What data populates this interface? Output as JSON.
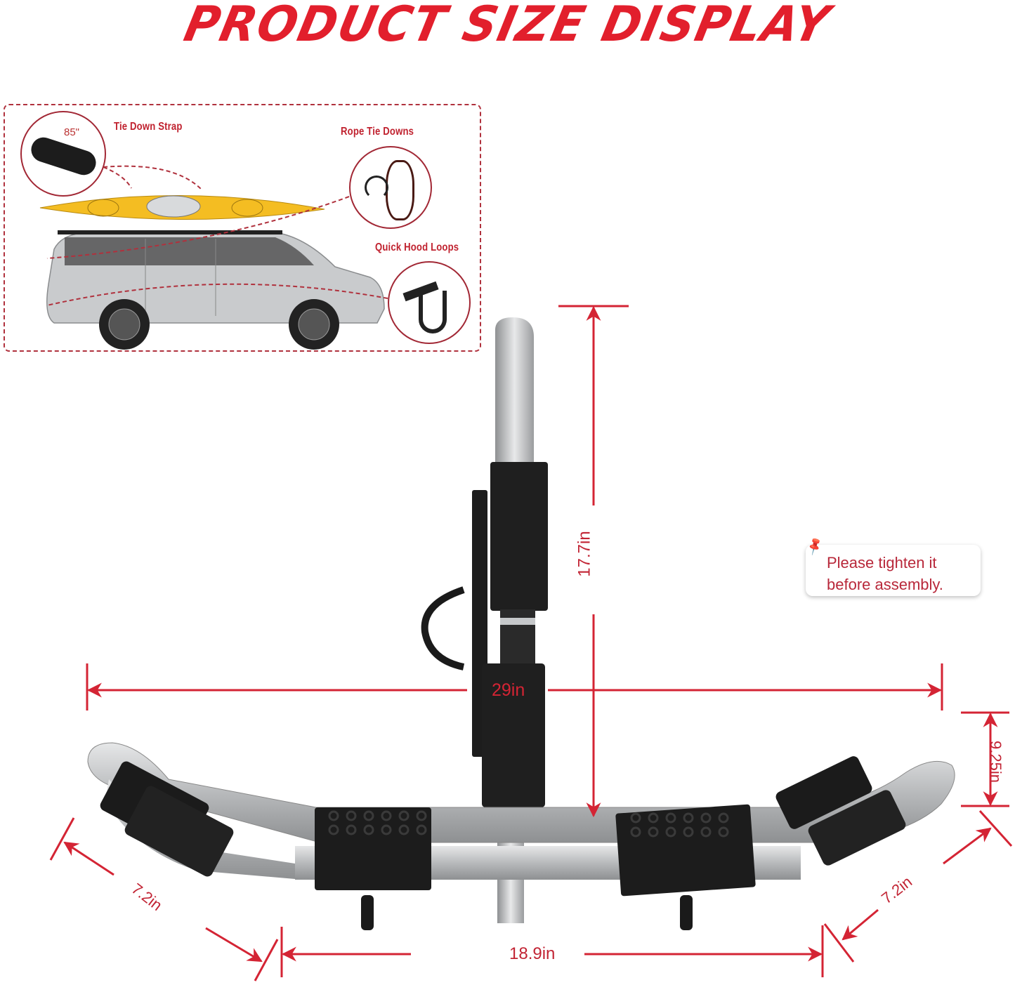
{
  "header": {
    "title": "PRODUCT SIZE DISPLAY"
  },
  "inset": {
    "accessories": [
      {
        "label": "Tie Down Strap",
        "detail": "85\""
      },
      {
        "label": "Rope Tie Downs"
      },
      {
        "label": "Quick Hood Loops"
      }
    ]
  },
  "dimensions": {
    "height": "17.7in",
    "width": "29in",
    "side_height": "9.25in",
    "depth_left": "7.2in",
    "depth_right": "7.2in",
    "base_width": "18.9in"
  },
  "note": {
    "line1": "Please tighten it",
    "line2": "before assembly."
  },
  "colors": {
    "accent": "#e21f2c",
    "dimension": "#c22434",
    "border": "#b0313d",
    "rubber": "#1e1e1e",
    "metal": "#c4c6c8"
  }
}
